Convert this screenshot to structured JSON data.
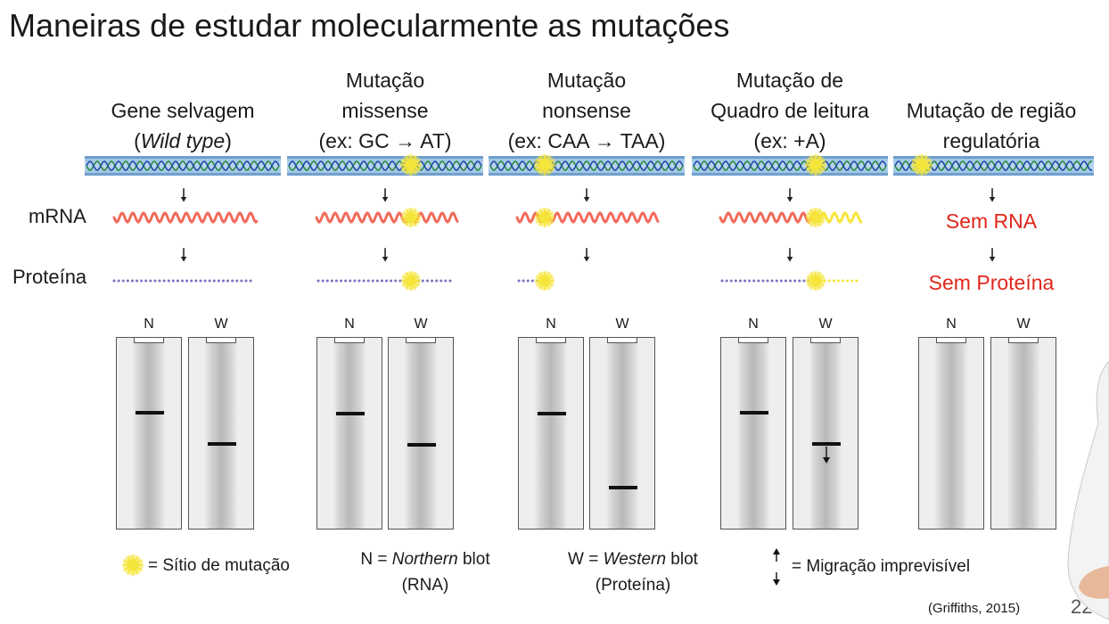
{
  "title": "Maneiras de estudar molecularmente as mutações",
  "columns": [
    {
      "line1": "",
      "line2": "Gene selvagem",
      "line3_prefix": "(",
      "line3_italic": "Wild type",
      "line3_suffix": ")"
    },
    {
      "line1": "Mutação",
      "line2": "missense",
      "line3": "(ex: GC → AT)"
    },
    {
      "line1": "Mutação",
      "line2": "nonsense",
      "line3": "(ex: CAA → TAA)"
    },
    {
      "line1": "Mutação de",
      "line2": "Quadro de leitura",
      "line3": "(ex: +A)"
    },
    {
      "line1": "",
      "line2": "Mutação de região",
      "line3": "regulatória"
    }
  ],
  "row_labels": {
    "mrna": "mRNA",
    "protein": "Proteína"
  },
  "regulatory": {
    "no_rna": "Sem RNA",
    "no_protein": "Sem Proteína"
  },
  "lane_labels": {
    "n": "N",
    "w": "W"
  },
  "legend": {
    "star_text": "= Sítio de mutação",
    "n_prefix": "N = ",
    "n_italic": "Northern",
    "n_suffix": " blot",
    "n_sub": "(RNA)",
    "w_prefix": "W = ",
    "w_italic": "Western",
    "w_suffix": " blot",
    "w_sub": "(Proteína)",
    "migration": "= Migração imprevisível"
  },
  "citation": "(Griffiths, 2015)",
  "page_number": "22",
  "colors": {
    "mrna": "#f26b5b",
    "protein": "#7b74c2",
    "mutation": "#f5e53a",
    "regulatory_text": "#e0261b"
  }
}
